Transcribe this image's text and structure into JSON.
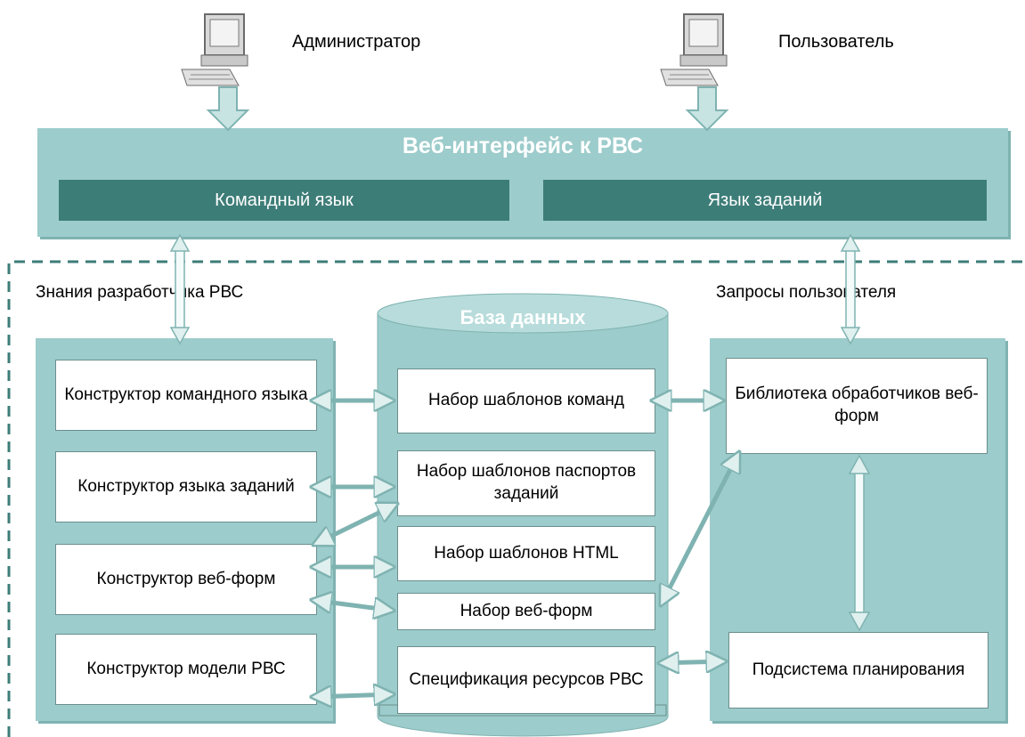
{
  "actors": {
    "admin": "Администратор",
    "user": "Пользователь"
  },
  "web_interface": {
    "title": "Веб-интерфейс к РВС",
    "command_language": "Командный язык",
    "task_language": "Язык заданий"
  },
  "flow_labels": {
    "developer_knowledge": "Знания разработчика РВС",
    "user_requests": "Запросы пользователя"
  },
  "left_column": {
    "items": [
      "Конструктор командного языка",
      "Конструктор языка заданий",
      "Конструктор веб-форм",
      "Конструктор модели РВС"
    ]
  },
  "database": {
    "title": "База данных",
    "items": [
      "Набор шаблонов команд",
      "Набор шаблонов паспортов заданий",
      "Набор шаблонов HTML",
      "Набор веб-форм",
      "Спецификация ресурсов РВС"
    ]
  },
  "right_column": {
    "items": [
      "Библиотека обработчиков веб-форм",
      "Подсистема планирования"
    ]
  }
}
